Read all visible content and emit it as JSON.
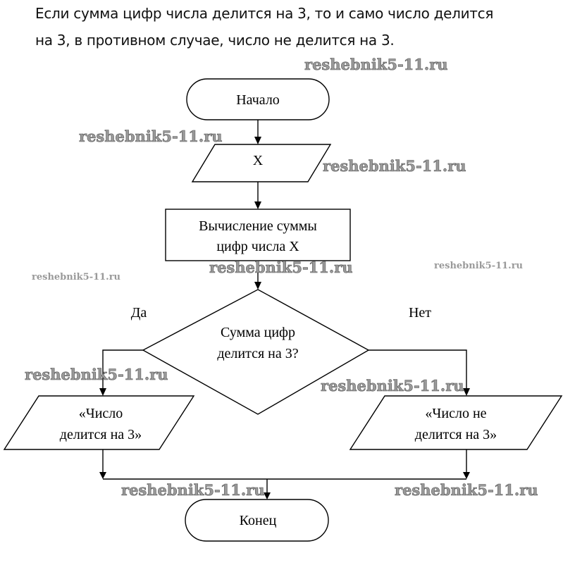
{
  "intro": {
    "line1": "Если сумма цифр числа делится на 3, то и само число делится",
    "line2": "на 3, в противном случае, число не делится на 3."
  },
  "flowchart": {
    "start": "Начало",
    "input": "X",
    "process": [
      "Вычисление суммы",
      "цифр числа X"
    ],
    "decision": [
      "Сумма цифр",
      "делится на 3?"
    ],
    "yes_label": "Да",
    "no_label": "Нет",
    "output_yes": [
      "«Число",
      "делится на 3»"
    ],
    "output_no": [
      "«Число не",
      "делится на 3»"
    ],
    "end": "Конец"
  },
  "watermark": "reshebnik5-11.ru"
}
